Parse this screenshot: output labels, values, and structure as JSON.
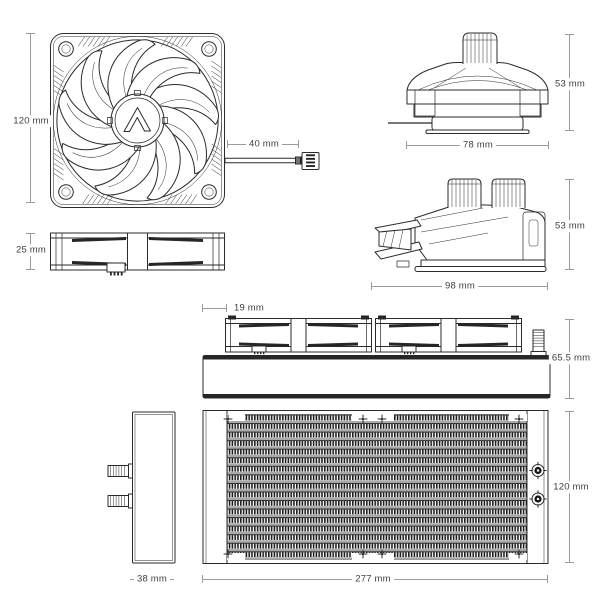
{
  "figure_title": "",
  "colors": {
    "line": "#2b2b2b",
    "dark_fill": "#262626",
    "dimension_line": "#9b9b9b",
    "label_text": "#3f3f3f",
    "fin_dark": "#1f1f1f",
    "fin_light": "#a9a9a9",
    "background": "#ffffff"
  },
  "dims": {
    "fan_size": "120 mm",
    "cable_length": "40 mm",
    "pump_height_front": "53 mm",
    "pump_width": "78 mm",
    "fan_thickness": "25 mm",
    "pump_height_side": "53 mm",
    "pump_length": "98 mm",
    "hose_od": "19 mm",
    "rad_fan_height": "65.5 mm",
    "rad_thickness": "38 mm",
    "rad_length": "277 mm",
    "rad_width": "120 mm"
  }
}
